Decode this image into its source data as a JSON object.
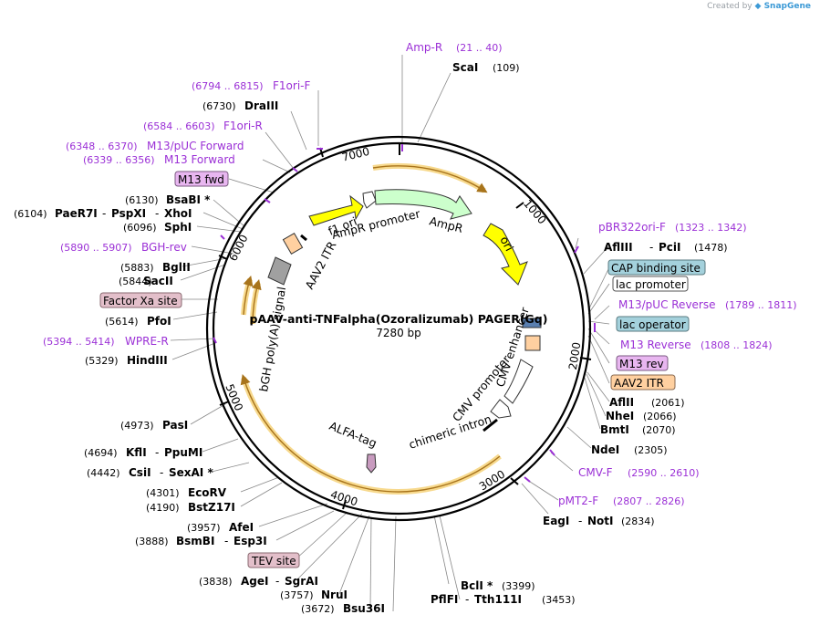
{
  "brand": {
    "created_by": "Created by",
    "app": "SnapGene"
  },
  "plasmid": {
    "name": "pAAV-anti-TNFalpha(Ozoralizumab) PAGER(Gq)",
    "size_label": "7280 bp",
    "length": 7280
  },
  "colors": {
    "primer": "#9b30d6",
    "ring": "#000000",
    "ori": "#ffff00",
    "ampr": "#ccffcc",
    "itr": "#ffd0a0",
    "alfa": "#c89bbf",
    "misc": "#a0a0a0",
    "highlight": "#f5d98c"
  },
  "ticks": [
    {
      "label": "1000",
      "bp": 1000
    },
    {
      "label": "2000",
      "bp": 2000
    },
    {
      "label": "3000",
      "bp": 3000
    },
    {
      "label": "4000",
      "bp": 4000
    },
    {
      "label": "5000",
      "bp": 5000
    },
    {
      "label": "6000",
      "bp": 6000
    },
    {
      "label": "7000",
      "bp": 7000
    }
  ],
  "features": [
    {
      "name": "f1 ori"
    },
    {
      "name": "AmpR promoter"
    },
    {
      "name": "AmpR"
    },
    {
      "name": "ori"
    },
    {
      "name": "AAV2 ITR"
    },
    {
      "name": "CMV enhancer"
    },
    {
      "name": "CMV promoter"
    },
    {
      "name": "chimeric intron"
    },
    {
      "name": "ALFA-tag"
    },
    {
      "name": "bGH poly(A) signal"
    }
  ],
  "annotations": [
    {
      "type": "primer",
      "name": "Amp-R",
      "range": "(21 .. 40)"
    },
    {
      "type": "enzyme",
      "name": "ScaI",
      "pos": "(109)"
    },
    {
      "type": "primer",
      "name": "F1ori-F",
      "range": "(6794 .. 6815)"
    },
    {
      "type": "enzyme",
      "name": "DraIII",
      "pos": "(6730)"
    },
    {
      "type": "primer",
      "name": "F1ori-R",
      "range": "(6584 .. 6603)"
    },
    {
      "type": "primer",
      "name": "M13/pUC Forward",
      "range": "(6348 .. 6370)"
    },
    {
      "type": "primer",
      "name": "M13 Forward",
      "range": "(6339 .. 6356)"
    },
    {
      "type": "box",
      "name": "M13 fwd"
    },
    {
      "type": "enzyme",
      "name": "BsaBI *",
      "pos": "(6130)"
    },
    {
      "type": "enzyme",
      "name": "PaeR7I",
      "pos": "(6104)"
    },
    {
      "type": "enzyme",
      "name": "PspXI"
    },
    {
      "type": "enzyme",
      "name": "XhoI"
    },
    {
      "type": "enzyme",
      "name": "SphI",
      "pos": "(6096)"
    },
    {
      "type": "primer",
      "name": "BGH-rev",
      "range": "(5890 .. 5907)"
    },
    {
      "type": "enzyme",
      "name": "BglII",
      "pos": "(5883)"
    },
    {
      "type": "enzyme",
      "name": "SacII",
      "pos": "(5844)"
    },
    {
      "type": "box",
      "name": "Factor Xa site"
    },
    {
      "type": "enzyme",
      "name": "PfoI",
      "pos": "(5614)"
    },
    {
      "type": "primer",
      "name": "WPRE-R",
      "range": "(5394 .. 5414)"
    },
    {
      "type": "enzyme",
      "name": "HindIII",
      "pos": "(5329)"
    },
    {
      "type": "enzyme",
      "name": "PasI",
      "pos": "(4973)"
    },
    {
      "type": "enzyme",
      "name": "KflI",
      "pos": "(4694)"
    },
    {
      "type": "enzyme",
      "name": "PpuMI"
    },
    {
      "type": "enzyme",
      "name": "CsiI",
      "pos": "(4442)"
    },
    {
      "type": "enzyme",
      "name": "SexAI *"
    },
    {
      "type": "enzyme",
      "name": "EcoRV",
      "pos": "(4301)"
    },
    {
      "type": "enzyme",
      "name": "BstZ17I",
      "pos": "(4190)"
    },
    {
      "type": "enzyme",
      "name": "AfeI",
      "pos": "(3957)"
    },
    {
      "type": "enzyme",
      "name": "BsmBI",
      "pos": "(3888)"
    },
    {
      "type": "enzyme",
      "name": "Esp3I"
    },
    {
      "type": "box",
      "name": "TEV site"
    },
    {
      "type": "enzyme",
      "name": "AgeI",
      "pos": "(3838)"
    },
    {
      "type": "enzyme",
      "name": "SgrAI"
    },
    {
      "type": "enzyme",
      "name": "NruI",
      "pos": "(3757)"
    },
    {
      "type": "enzyme",
      "name": "Bsu36I",
      "pos": "(3672)"
    },
    {
      "type": "primer",
      "name": "pBR322ori-F",
      "range": "(1323 .. 1342)"
    },
    {
      "type": "enzyme",
      "name": "AflIII",
      "pos": "(1478)"
    },
    {
      "type": "enzyme",
      "name": "PciI"
    },
    {
      "type": "box",
      "name": "CAP binding site"
    },
    {
      "type": "box",
      "name": "lac promoter"
    },
    {
      "type": "primer",
      "name": "M13/pUC Reverse",
      "range": "(1789 .. 1811)"
    },
    {
      "type": "box",
      "name": "lac operator"
    },
    {
      "type": "primer",
      "name": "M13 Reverse",
      "range": "(1808 .. 1824)"
    },
    {
      "type": "box",
      "name": "M13 rev"
    },
    {
      "type": "box",
      "name": "AAV2 ITR"
    },
    {
      "type": "enzyme",
      "name": "AflII",
      "pos": "(2061)"
    },
    {
      "type": "enzyme",
      "name": "NheI",
      "pos": "(2066)"
    },
    {
      "type": "enzyme",
      "name": "BmtI",
      "pos": "(2070)"
    },
    {
      "type": "enzyme",
      "name": "NdeI",
      "pos": "(2305)"
    },
    {
      "type": "primer",
      "name": "CMV-F",
      "range": "(2590 .. 2610)"
    },
    {
      "type": "primer",
      "name": "pMT2-F",
      "range": "(2807 .. 2826)"
    },
    {
      "type": "enzyme",
      "name": "EagI",
      "pos": "(2834)"
    },
    {
      "type": "enzyme",
      "name": "NotI"
    },
    {
      "type": "enzyme",
      "name": "BclI *",
      "pos": "(3399)"
    },
    {
      "type": "enzyme",
      "name": "PflFI",
      "pos": "(3453)"
    },
    {
      "type": "enzyme",
      "name": "Tth111I"
    }
  ]
}
